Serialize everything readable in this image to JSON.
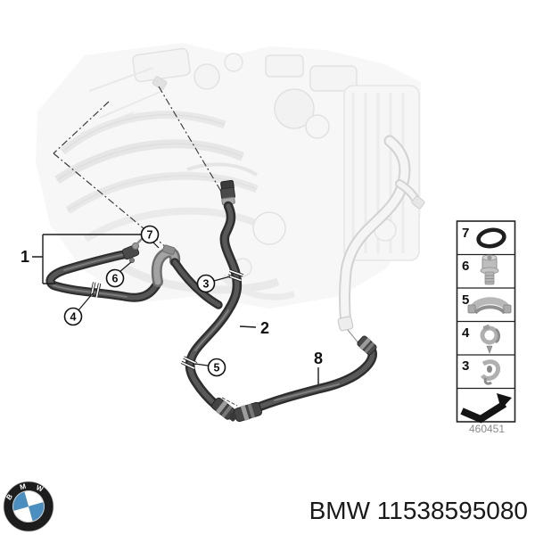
{
  "diagram": {
    "description": "BMW engine cooling hose parts diagram",
    "code": "460451"
  },
  "callouts": {
    "1": "1",
    "2": "2",
    "3": "3",
    "4": "4",
    "5": "5",
    "6": "6",
    "7": "7",
    "8": "8"
  },
  "legend": {
    "rows": [
      {
        "num": "7",
        "icon": "o-ring-icon"
      },
      {
        "num": "6",
        "icon": "bolt-icon"
      },
      {
        "num": "5",
        "icon": "clamp-bracket-icon"
      },
      {
        "num": "4",
        "icon": "hose-clamp-icon"
      },
      {
        "num": "3",
        "icon": "spring-clamp-icon"
      },
      {
        "num": "",
        "icon": "direction-arrow-icon"
      }
    ],
    "code": "460451"
  },
  "footer": {
    "part_number": "BMW 11538595080",
    "logo_letters": [
      "B",
      "M",
      "W"
    ]
  },
  "colors": {
    "hose_dark": "#3a3a3a",
    "hose_mid": "#5c5c5c",
    "fitting_gray": "#9a9a9a",
    "ghost_gray": "#d9d9d9",
    "logo_blue": "#4a8fc0",
    "line_black": "#1a1a1a",
    "code_gray": "#8a8a8a"
  }
}
